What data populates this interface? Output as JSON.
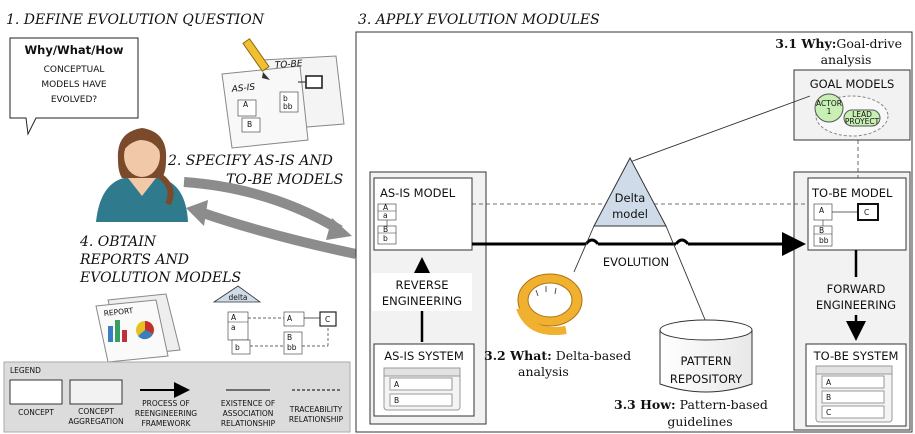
{
  "steps": {
    "step1": "1. DEFINE EVOLUTION QUESTION",
    "step2_line1": "2. SPECIFY AS-IS AND",
    "step2_line2": "TO-BE MODELS",
    "step3": "3. APPLY EVOLUTION MODULES",
    "step4_line1": "4. OBTAIN",
    "step4_line2": "REPORTS AND",
    "step4_line3": "EVOLUTION MODELS"
  },
  "question": {
    "title": "Why/What/How",
    "line1": "CONCEPTUAL",
    "line2": "MODELS HAVE",
    "line3": "EVOLVED?"
  },
  "sketch": {
    "as_is": "AS-IS",
    "to_be": "TO-BE",
    "a": "A",
    "a_small": "a",
    "b": "B",
    "b_small": "b",
    "bb": "bb",
    "report": "REPORT",
    "delta": "delta",
    "c": "C"
  },
  "modules": {
    "why_bold": "3.1 Why:",
    "why_rest": "Goal-drive",
    "why_line2": "analysis",
    "what_bold": "3.2 What:",
    "what_rest": " Delta-based",
    "what_line2": "analysis",
    "how_bold": "3.3 How:",
    "how_rest": " Pattern-based",
    "how_line2": "guidelines"
  },
  "boxes": {
    "as_is_model": "AS-IS MODEL",
    "to_be_model": "TO-BE MODEL",
    "as_is_system": "AS-IS SYSTEM",
    "to_be_system": "TO-BE SYSTEM",
    "goal_models": "GOAL MODELS",
    "actor_line1": "ACTOR",
    "actor_line2": "1",
    "lead_line1": "LEAD",
    "lead_line2": "PROYECT",
    "delta_line1": "Delta",
    "delta_line2": "model",
    "evolution": "EVOLUTION",
    "pattern_line1": "PATTERN",
    "pattern_line2": "REPOSITORY",
    "reverse_line1": "REVERSE",
    "reverse_line2": "ENGINEERING",
    "forward_line1": "FORWARD",
    "forward_line2": "ENGINEERING"
  },
  "model_labels": {
    "A": "A",
    "a": "a",
    "B": "B",
    "b": "b",
    "bb": "bb",
    "C": "C"
  },
  "legend": {
    "title": "LEGEND",
    "concept": "CONCEPT",
    "aggregation_line1": "CONCEPT",
    "aggregation_line2": "AGGREGATION",
    "process_line1": "PROCESS OF",
    "process_line2": "REENGINEERING",
    "process_line3": "FRAMEWORK",
    "existence_line1": "EXISTENCE OF",
    "existence_line2": "ASSOCIATION",
    "existence_line3": "RELATIONSHIP",
    "trace_line1": "TRACEABILITY",
    "trace_line2": "RELATIONSHIP"
  },
  "colors": {
    "panel_fill": "#f2f2f2",
    "legend_fill": "#dcdcdc",
    "arrow_gray": "#8c8c8c",
    "person_shirt": "#2f7a8c",
    "goal_green": "#c8f0b4",
    "delta_blue": "#cfdbe8",
    "tape_yellow": "#f0b030"
  }
}
